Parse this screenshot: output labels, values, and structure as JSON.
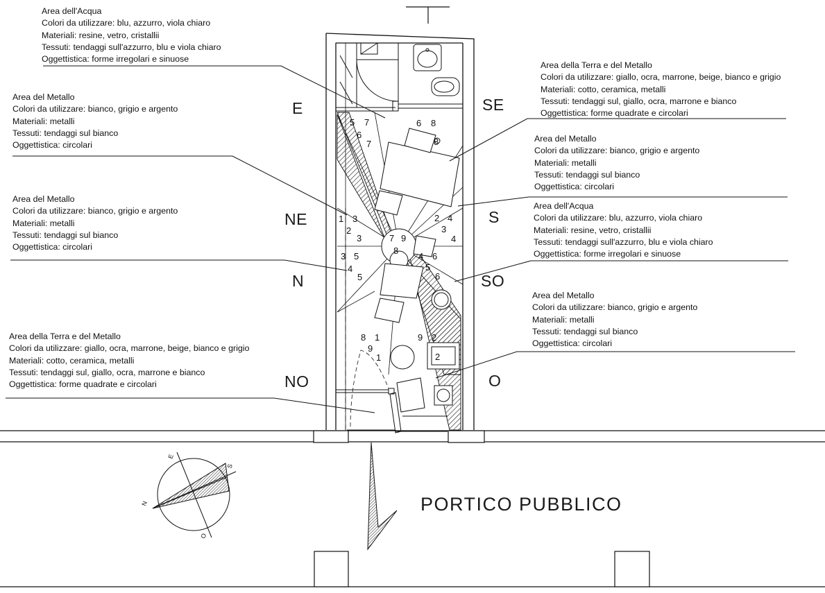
{
  "areas": [
    {
      "id": "acqua-top",
      "title": "Area dell'Acqua",
      "colori": "Colori da utilizzare: blu, azzurro, viola chiaro",
      "materiali": "Materiali: resine, vetro, cristallii",
      "tessuti": "Tessuti: tendaggi sull'azzurro, blu e viola chiaro",
      "oggettistica": "Oggettistica: forme irregolari e sinuose"
    },
    {
      "id": "metallo-left-1",
      "title": "Area del Metallo",
      "colori": "Colori da utilizzare: bianco, grigio e argento",
      "materiali": "Materiali: metalli",
      "tessuti": "Tessuti: tendaggi sul bianco",
      "oggettistica": "Oggettistica: circolari"
    },
    {
      "id": "metallo-left-2",
      "title": "Area del Metallo",
      "colori": "Colori da utilizzare: bianco, grigio e argento",
      "materiali": "Materiali: metalli",
      "tessuti": "Tessuti: tendaggi sul bianco",
      "oggettistica": "Oggettistica: circolari"
    },
    {
      "id": "terra-metallo-left",
      "title": "Area della Terra e del Metallo",
      "colori": "Colori da utilizzare: giallo, ocra, marrone, beige, bianco e grigio",
      "materiali": "Materiali: cotto, ceramica, metalli",
      "tessuti": "Tessuti: tendaggi sul, giallo, ocra, marrone e bianco",
      "oggettistica": "Oggettistica: forme quadrate e circolari"
    },
    {
      "id": "terra-metallo-right",
      "title": "Area della Terra e del Metallo",
      "colori": "Colori da utilizzare: giallo, ocra, marrone, beige, bianco e grigio",
      "materiali": "Materiali: cotto, ceramica, metalli",
      "tessuti": "Tessuti: tendaggi sul, giallo, ocra, marrone e bianco",
      "oggettistica": "Oggettistica: forme quadrate e circolari"
    },
    {
      "id": "metallo-right-1",
      "title": "Area del Metallo",
      "colori": "Colori da utilizzare: bianco, grigio e argento",
      "materiali": "Materiali: metalli",
      "tessuti": "Tessuti: tendaggi sul bianco",
      "oggettistica": "Oggettistica: circolari"
    },
    {
      "id": "acqua-right",
      "title": "Area dell'Acqua",
      "colori": "Colori da utilizzare: blu, azzurro, viola chiaro",
      "materiali": "Materiali: resine, vetro, cristallii",
      "tessuti": "Tessuti: tendaggi sull'azzurro, blu e viola chiaro",
      "oggettistica": "Oggettistica: forme irregolari e sinuose"
    },
    {
      "id": "metallo-right-2",
      "title": "Area del Metallo",
      "colori": "Colori da utilizzare: bianco, grigio e argento",
      "materiali": "Materiali: metalli",
      "tessuti": "Tessuti: tendaggi sul bianco",
      "oggettistica": "Oggettistica: circolari"
    }
  ],
  "directions": {
    "e": "E",
    "se": "SE",
    "ne": "NE",
    "s": "S",
    "n": "N",
    "so": "SO",
    "no": "NO",
    "o": "O"
  },
  "compass_letters": {
    "e": "E",
    "s": "S",
    "n": "N",
    "o": "O"
  },
  "portico_label": "PORTICO  PUBBLICO",
  "sector_numbers": {
    "top_left": [
      "5",
      "7",
      "6",
      "7"
    ],
    "top_right": [
      "6",
      "8",
      "8"
    ],
    "mid_left": [
      "1",
      "3",
      "2",
      "3"
    ],
    "mid_right": [
      "2",
      "4",
      "3",
      "4"
    ],
    "center": [
      "7",
      "9",
      "8"
    ],
    "center_right": [
      "4",
      "6",
      "5",
      "6"
    ],
    "low_left": [
      "3",
      "5",
      "4",
      "5"
    ],
    "bottom_left": [
      "8",
      "1",
      "9",
      "1"
    ],
    "bottom_right": [
      "9",
      "2",
      "2"
    ]
  },
  "colors": {
    "line": "#111111",
    "background": "#ffffff",
    "hatch": "#222222"
  }
}
